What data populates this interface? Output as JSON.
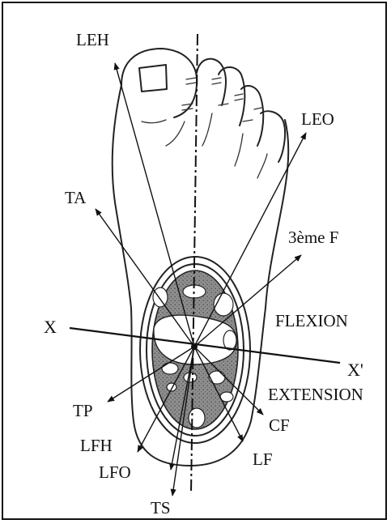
{
  "labels": {
    "leh": "LEH",
    "leo": "LEO",
    "ta": "TA",
    "third_f": "3ème F",
    "x": "X",
    "x_prime": "X'",
    "flexion": "FLEXION",
    "extension": "EXTENSION",
    "tp": "TP",
    "cf": "CF",
    "lfh": "LFH",
    "lfo": "LFO",
    "lf": "LF",
    "ts": "TS"
  }
}
